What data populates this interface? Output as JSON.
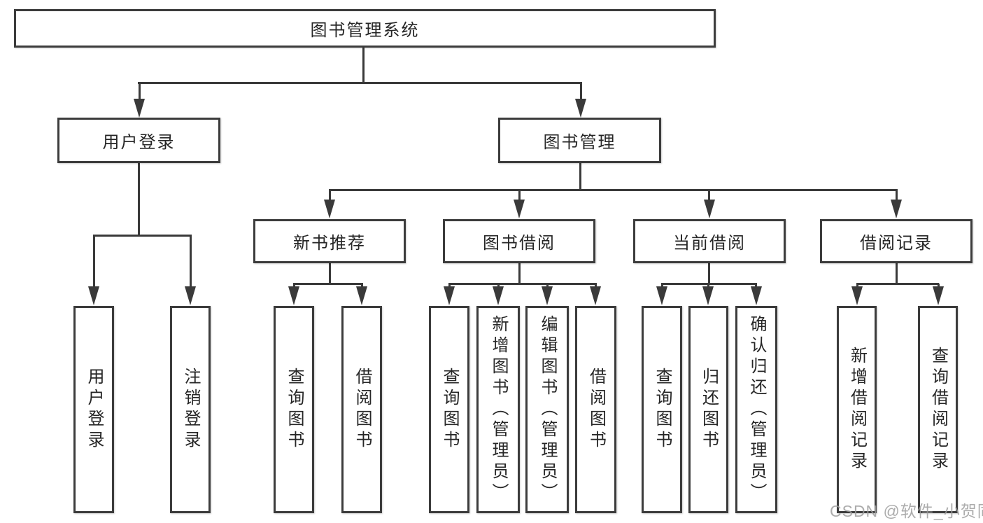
{
  "tree": {
    "root": "图书管理系统",
    "level2": [
      {
        "label": "用户登录",
        "children": [
          "用户登录",
          "注销登录"
        ]
      },
      {
        "label": "图书管理"
      }
    ],
    "level3": [
      {
        "label": "新书推荐",
        "children": [
          "查询图书",
          "借阅图书"
        ]
      },
      {
        "label": "图书借阅",
        "children": [
          "查询图书",
          "新增图书（管理员）",
          "编辑图书（管理员）",
          "借阅图书"
        ]
      },
      {
        "label": "当前借阅",
        "children": [
          "查询图书",
          "归还图书",
          "确认归还（管理员）"
        ]
      },
      {
        "label": "借阅记录",
        "children": [
          "新增借阅记录",
          "查询借阅记录"
        ]
      }
    ]
  },
  "watermark": "CSDN @软件_小贺同学",
  "colors": {
    "line": "#3a3a3a",
    "border": "#3c3c3c",
    "text": "#262626",
    "watermark": "#9e9e9e",
    "background": "#ffffff"
  }
}
